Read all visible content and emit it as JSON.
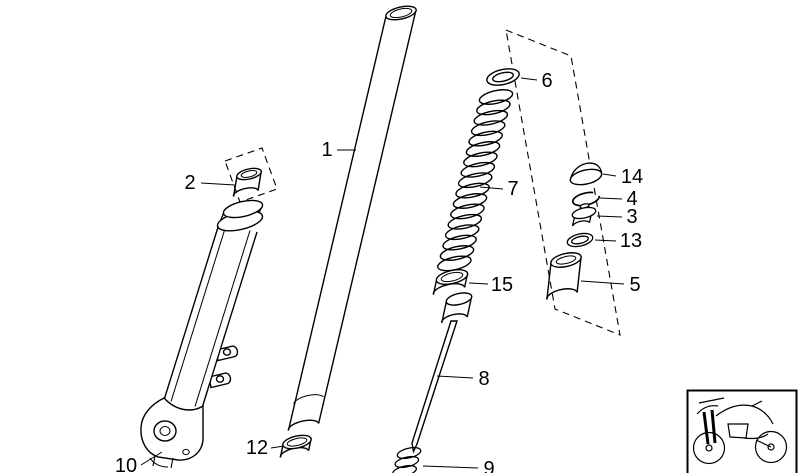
{
  "diagram_type": "exploded-parts-diagram-telescopic-fork",
  "colors": {
    "line": "#000000",
    "background": "#ffffff"
  },
  "icons": {
    "reference_thumbnail": "motorcycle-icon"
  },
  "parts": {
    "p1": {
      "label": "1"
    },
    "p2": {
      "label": "2"
    },
    "p3": {
      "label": "3"
    },
    "p4": {
      "label": "4"
    },
    "p5": {
      "label": "5"
    },
    "p6": {
      "label": "6"
    },
    "p7": {
      "label": "7"
    },
    "p8": {
      "label": "8"
    },
    "p9": {
      "label": "9"
    },
    "p10": {
      "label": "10"
    },
    "p12": {
      "label": "12"
    },
    "p13": {
      "label": "13"
    },
    "p14": {
      "label": "14"
    },
    "p15": {
      "label": "15"
    }
  }
}
